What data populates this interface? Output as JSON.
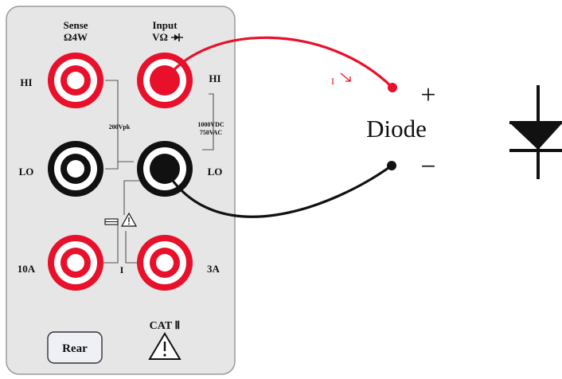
{
  "panel": {
    "sense_label": "Sense",
    "sense_sub": "Ω4W",
    "input_label": "Input",
    "input_sub": "VΩ",
    "left_hi": "HI",
    "right_hi": "HI",
    "left_lo": "LO",
    "right_lo": "LO",
    "left_10a": "10A",
    "right_3a": "3A",
    "isolation_voltage": "200Vpk",
    "max_dc": "1000VDC",
    "max_ac": "750VAC",
    "current_label": "I",
    "category": "CAT Ⅱ",
    "rear_button": "Rear"
  },
  "circuit": {
    "current_arrow_label": "I",
    "component_label": "Diode",
    "plus_sign": "+",
    "minus_sign": "−"
  },
  "colors": {
    "red": "#e8102a",
    "black": "#111111",
    "panel": "#e6e6e6",
    "panel_border": "#9a9a9a"
  },
  "icons": [
    "diode-symbol-icon",
    "warning-triangle-icon",
    "fuse-icon"
  ]
}
